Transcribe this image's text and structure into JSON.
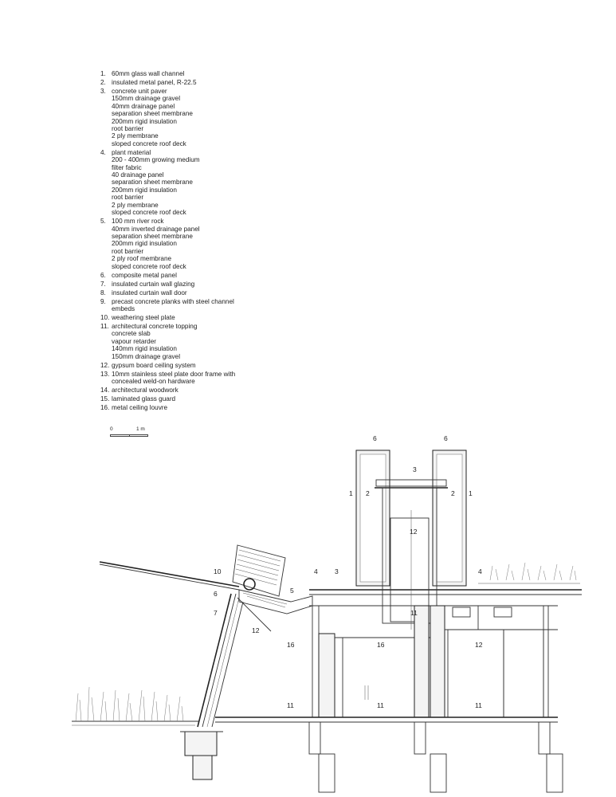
{
  "legend": [
    {
      "num": "1.",
      "lines": [
        "60mm glass wall channel"
      ]
    },
    {
      "num": "2.",
      "lines": [
        "insulated metal panel, R-22.5"
      ]
    },
    {
      "num": "3.",
      "lines": [
        "concrete unit paver",
        "150mm drainage gravel",
        "40mm drainage panel",
        "separation sheet membrane",
        "200mm rigid insulation",
        "root barrier",
        "2 ply membrane",
        "sloped concrete roof deck"
      ]
    },
    {
      "num": "4.",
      "lines": [
        "plant material",
        "200 - 400mm growing medium",
        "filter fabric",
        "40 drainage panel",
        "separation sheet membrane",
        "200mm rigid insulation",
        "root barrier",
        "2 ply membrane",
        "sloped concrete roof deck"
      ]
    },
    {
      "num": "5.",
      "lines": [
        "100 mm river rock",
        "40mm inverted drainage panel",
        "separation sheet membrane",
        "200mm rigid insulation",
        "root barrier",
        "2 ply roof membrane",
        "sloped concrete roof deck"
      ]
    },
    {
      "num": "6.",
      "lines": [
        "composite metal panel"
      ]
    },
    {
      "num": "7.",
      "lines": [
        "insulated curtain wall glazing"
      ]
    },
    {
      "num": "8.",
      "lines": [
        "insulated curtain wall door"
      ]
    },
    {
      "num": "9.",
      "lines": [
        "precast concrete planks with steel channel",
        "embeds"
      ]
    },
    {
      "num": "10.",
      "lines": [
        "weathering steel plate"
      ]
    },
    {
      "num": "11.",
      "lines": [
        "architectural concrete topping",
        "concrete slab",
        "vapour retarder",
        "140mm rigid insulation",
        "150mm drainage gravel"
      ]
    },
    {
      "num": "12.",
      "lines": [
        "gypsum board ceiling system"
      ]
    },
    {
      "num": "13.",
      "lines": [
        "10mm stainless steel plate door frame with",
        "concealed weld-on hardware"
      ]
    },
    {
      "num": "14.",
      "lines": [
        "architectural woodwork"
      ]
    },
    {
      "num": "15.",
      "lines": [
        "laminated glass guard"
      ]
    },
    {
      "num": "16.",
      "lines": [
        "metal ceiling louvre"
      ]
    }
  ],
  "scale": {
    "zero": "0",
    "one": "1 m"
  },
  "tags": {
    "t6a": "6",
    "t6b": "6",
    "t3top": "3",
    "t1l": "1",
    "t2l": "2",
    "t2r": "2",
    "t1r": "1",
    "t12top": "12",
    "t10": "10",
    "t4l": "4",
    "t3mid": "3",
    "t4r": "4",
    "t6c": "6",
    "t5": "5",
    "t7": "7",
    "t11top": "11",
    "t12mid": "12",
    "t16a": "16",
    "t16b": "16",
    "t12r": "12",
    "t11a": "11",
    "t11b": "11",
    "t11c": "11"
  }
}
